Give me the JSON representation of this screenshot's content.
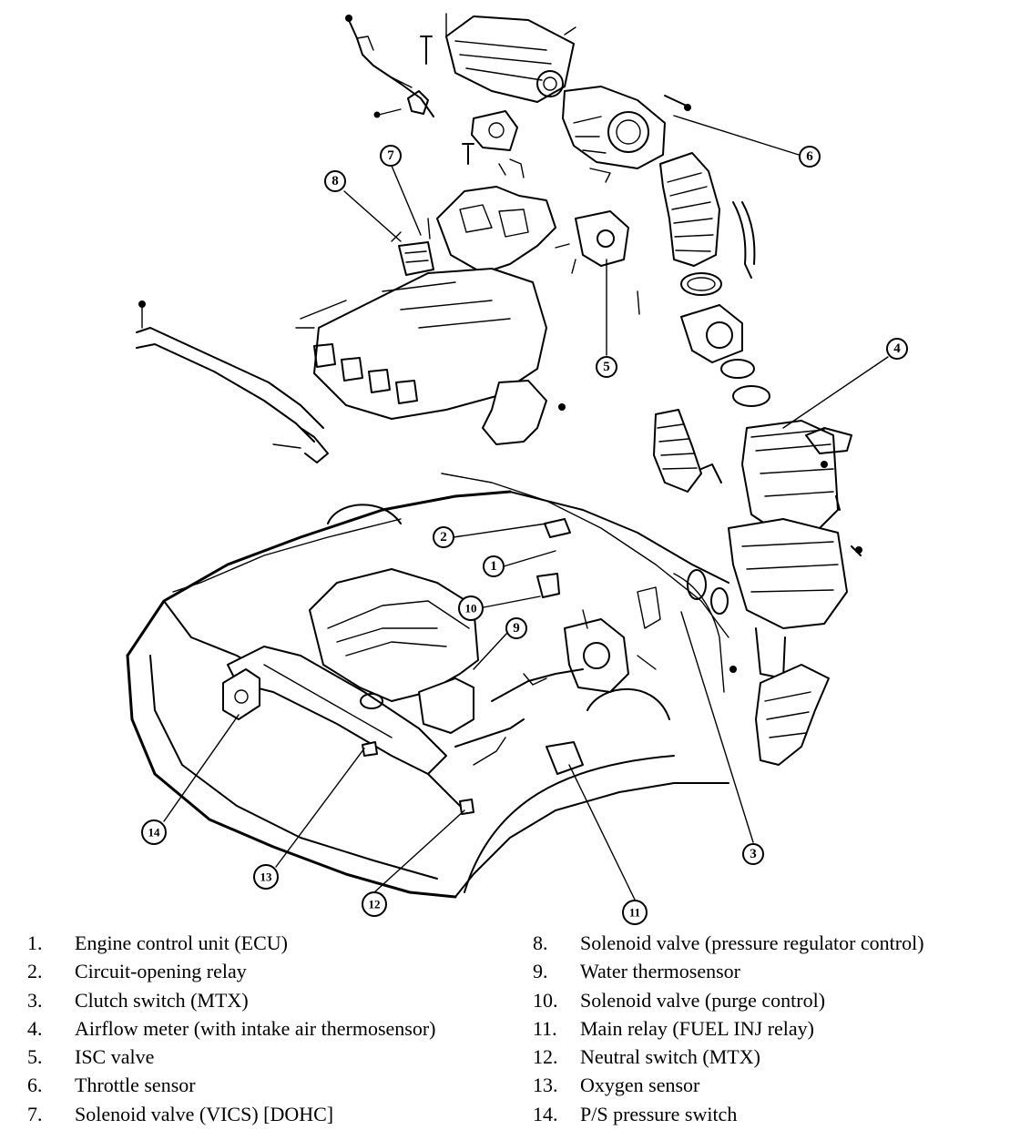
{
  "callouts": {
    "c1": "1",
    "c2": "2",
    "c3": "3",
    "c4": "4",
    "c5": "5",
    "c6": "6",
    "c7": "7",
    "c8": "8",
    "c9": "9",
    "c10": "10",
    "c11": "11",
    "c12": "12",
    "c13": "13",
    "c14": "14"
  },
  "legend": {
    "left": [
      {
        "num": "1.",
        "label": "Engine control unit (ECU)"
      },
      {
        "num": "2.",
        "label": "Circuit-opening relay"
      },
      {
        "num": "3.",
        "label": "Clutch switch (MTX)"
      },
      {
        "num": "4.",
        "label": "Airflow meter (with intake air thermosensor)"
      },
      {
        "num": "5.",
        "label": "ISC valve"
      },
      {
        "num": "6.",
        "label": "Throttle sensor"
      },
      {
        "num": "7.",
        "label": "Solenoid valve (VICS) [DOHC]"
      }
    ],
    "right": [
      {
        "num": "8.",
        "label": "Solenoid valve (pressure regulator control)"
      },
      {
        "num": "9.",
        "label": "Water thermosensor"
      },
      {
        "num": "10.",
        "label": "Solenoid valve (purge control)"
      },
      {
        "num": "11.",
        "label": "Main relay (FUEL INJ relay)"
      },
      {
        "num": "12.",
        "label": "Neutral switch (MTX)"
      },
      {
        "num": "13.",
        "label": "Oxygen sensor"
      },
      {
        "num": "14.",
        "label": "P/S pressure switch"
      }
    ]
  }
}
